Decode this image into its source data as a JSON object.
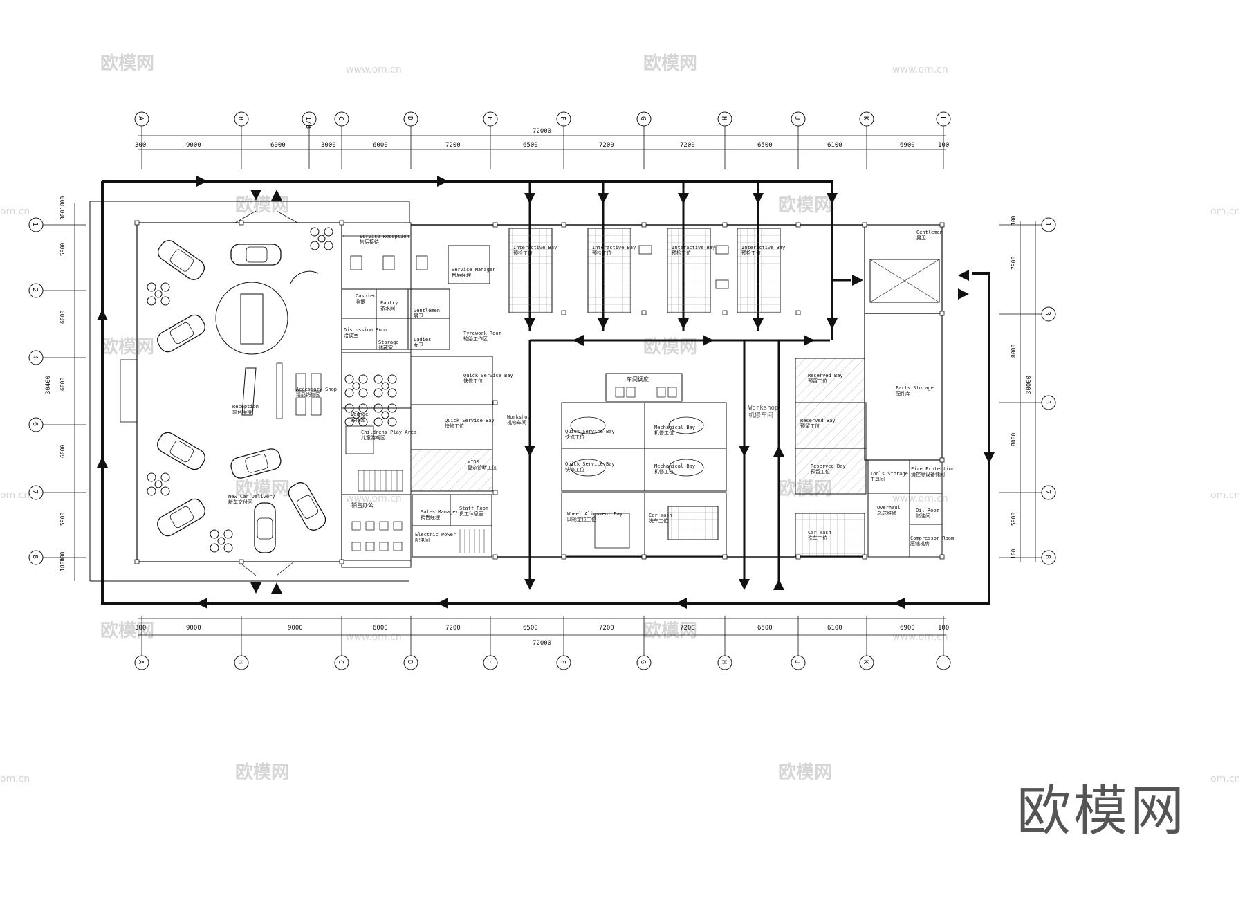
{
  "colors": {
    "line": "#111111",
    "hatch": "#9a9a9a",
    "watermark": "#d6d6d6",
    "bg": "#ffffff"
  },
  "grid": {
    "columns": [
      "A",
      "B",
      "1/B",
      "C",
      "D",
      "E",
      "F",
      "G",
      "H",
      "J",
      "K",
      "L"
    ],
    "columns_bottom": [
      "A",
      "B",
      "C",
      "D",
      "E",
      "F",
      "G",
      "H",
      "J",
      "K",
      "L"
    ],
    "rows_left": [
      "1",
      "2",
      "4",
      "6",
      "7",
      "8"
    ],
    "rows_right": [
      "1",
      "3",
      "5",
      "7",
      "8"
    ],
    "total_top": "72000",
    "total_bottom": "72000",
    "dims_top": [
      "300",
      "9000",
      "6000",
      "3000",
      "6000",
      "7200",
      "6500",
      "7200",
      "7200",
      "6500",
      "6100",
      "6900",
      "100"
    ],
    "dims_bottom": [
      "300",
      "9000",
      "9000",
      "6000",
      "7200",
      "6500",
      "7200",
      "7200",
      "6500",
      "6100",
      "6900",
      "100"
    ],
    "dims_left": [
      "1800",
      "300",
      "5900",
      "6000",
      "6000",
      "6000",
      "5900",
      "300",
      "1800"
    ],
    "dims_left_total": "30400",
    "dims_right": [
      "100",
      "7900",
      "8000",
      "8000",
      "5900",
      "100"
    ],
    "dims_right_total": "30000"
  },
  "rooms": {
    "service_reception": "Service Reception\n售后接待",
    "service_manager": "Service Manager\n售后经理",
    "cashier": "Cashier\n收银",
    "pantry": "Pantry\n茶水间",
    "gentlemen": "Gentlemen\n男卫",
    "discussion": "Discussion Room\n洽谈室",
    "storage": "Storage\n储藏室",
    "ladies": "Ladies\n女卫",
    "tyrework": "Tyrework Room\n轮胎工作区",
    "accessory": "Accessory Shop\n精品销售区",
    "reception": "Reception\n前台接待",
    "lounge": "Lounge\n客休区",
    "childrens": "Childrens Play Area\n儿童游戏区",
    "quick1": "Quick Service Bay\n快修工位",
    "quick2": "Quick Service Bay\n快修工位",
    "vids": "VIDS\n复杂诊断工位",
    "new_car": "New Car Delivery\n新车交付区",
    "sales_office": "销售办公",
    "sales_manager": "Sales Manager\n销售经理",
    "staff": "Staff Room\n员工休息室",
    "electric": "Electric Power\n配电间",
    "workshop_v": "Workshop\n机修车间",
    "workshop_c": "Workshop\n机修车间",
    "dispatch": "车间调度",
    "interactive": "Interactive Bay\n预检工位",
    "qsb_a": "Quick Service Bay\n快修工位",
    "qsb_b": "Quick Service Bay\n快修工位",
    "mech_a": "Mechanical Bay\n机修工位",
    "mech_b": "Mechanical Bay\n机修工位",
    "wheel": "Wheel Alignment Bay\n四轮定位工位",
    "car_wash": "Car Wash\n洗车工位",
    "car_wash2": "Car Wash\n洗车工位",
    "reserved1": "Reserved Bay\n预留工位",
    "reserved2": "Reserved Bay\n预留工位",
    "reserved3": "Reserved Bay\n预留工位",
    "parts": "Parts Storage\n配件库",
    "gentlemen_r": "Gentlemen\n男卫",
    "tools": "Tools Storage\n工具间",
    "fire": "Fire Protection\n消控等设备储间",
    "overhaul": "Overhaul\n总成维修",
    "oil": "Oil Room\n储油间",
    "compressor": "Compressor Room\n压缩机房"
  },
  "watermarks": {
    "logo": "欧模网",
    "url": "www.om.cn",
    "url_edge": "om.cn"
  }
}
